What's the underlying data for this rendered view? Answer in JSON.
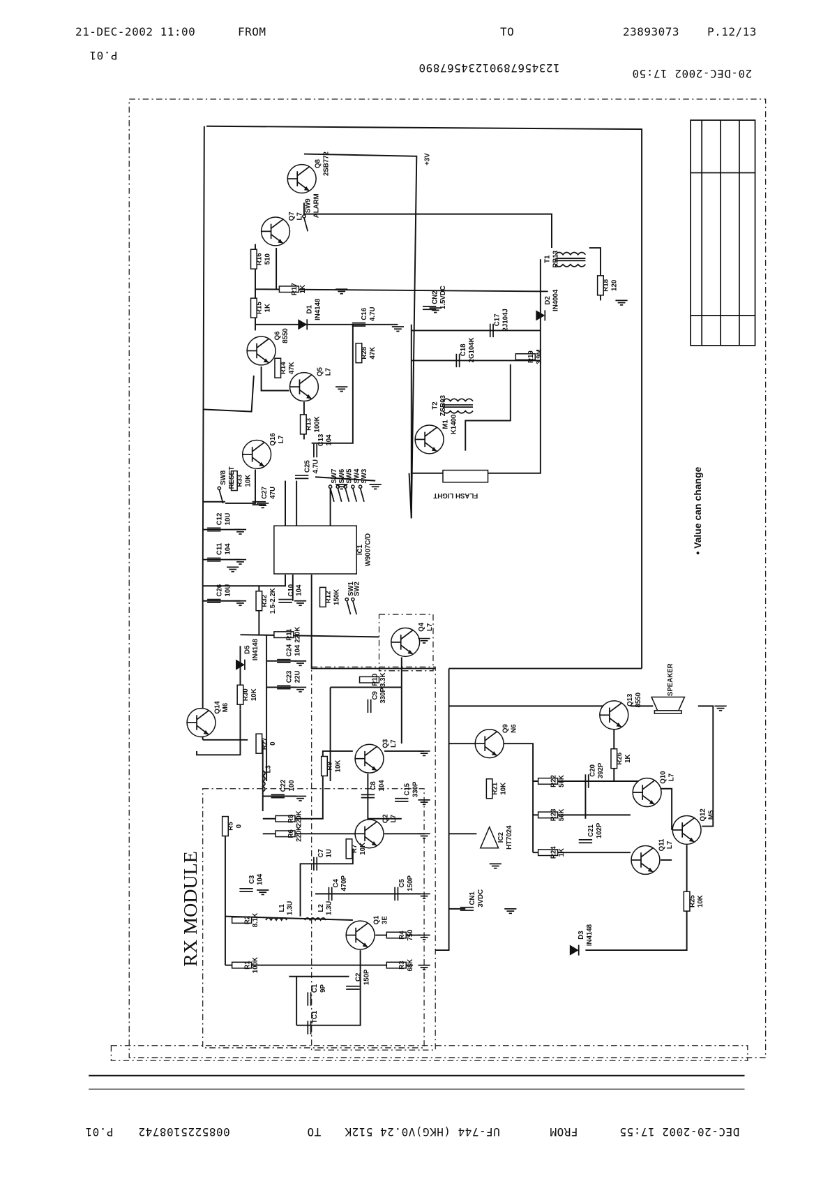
{
  "fax_header": {
    "date_time": "21-DEC-2002  11:00",
    "from_label": "FROM",
    "to_label": "TO",
    "number": "23893073",
    "page": "P.12/13"
  },
  "inverted_header": {
    "page": "P.01",
    "digits": "12345678901234567890",
    "date_time": "20-DEC-2002  17:50"
  },
  "inverted_footer": {
    "date_time": "DEC-20-2002  17:55",
    "from_label": "FROM",
    "sender": "UF-744  (HKG)V0.24 512K",
    "to_label": "TO",
    "number": "0085225108742",
    "page": "P.01"
  },
  "schematic": {
    "module_title": "RX  MODULE",
    "note": "• Value can change",
    "supply_label": "+3V",
    "flash_label": "FLASH LIGHT",
    "speaker_label": "SPEAKER",
    "components": [
      {
        "ref": "Q8",
        "value": "2SB772"
      },
      {
        "ref": "Q7",
        "value": "L7"
      },
      {
        "ref": "SW9",
        "value": "ALARM"
      },
      {
        "ref": "R16",
        "value": "510"
      },
      {
        "ref": "R17",
        "value": "1K"
      },
      {
        "ref": "R15",
        "value": "1K"
      },
      {
        "ref": "D1",
        "value": "IN4148"
      },
      {
        "ref": "C16",
        "value": "4.7U"
      },
      {
        "ref": "Q6",
        "value": "8550"
      },
      {
        "ref": "R14",
        "value": "47K"
      },
      {
        "ref": "Q5",
        "value": "L7"
      },
      {
        "ref": "R28",
        "value": "47K"
      },
      {
        "ref": "R13",
        "value": "100K"
      },
      {
        "ref": "Q16",
        "value": "L7"
      },
      {
        "ref": "R33",
        "value": "10K"
      },
      {
        "ref": "SW8",
        "value": "RESET"
      },
      {
        "ref": "C27",
        "value": "47U"
      },
      {
        "ref": "C25",
        "value": "4.7U"
      },
      {
        "ref": "C13",
        "value": "104"
      },
      {
        "ref": "SW7",
        "value": ""
      },
      {
        "ref": "SW6",
        "value": ""
      },
      {
        "ref": "SW5",
        "value": ""
      },
      {
        "ref": "SW4",
        "value": ""
      },
      {
        "ref": "SW3",
        "value": ""
      },
      {
        "ref": "IC1",
        "value": "W9007C/D"
      },
      {
        "ref": "C12",
        "value": "10U"
      },
      {
        "ref": "C11",
        "value": "104"
      },
      {
        "ref": "C26",
        "value": "10U"
      },
      {
        "ref": "R32",
        "value": "1.5-2.2K"
      },
      {
        "ref": "C10",
        "value": "104"
      },
      {
        "ref": "R11",
        "value": "220K"
      },
      {
        "ref": "R12",
        "value": "150K"
      },
      {
        "ref": "SW1",
        "value": ""
      },
      {
        "ref": "SW2",
        "value": ""
      },
      {
        "ref": "Q4",
        "value": "L7"
      },
      {
        "ref": "D5",
        "value": "IN4148"
      },
      {
        "ref": "C24",
        "value": "104"
      },
      {
        "ref": "C23",
        "value": "22U"
      },
      {
        "ref": "R30",
        "value": "10K"
      },
      {
        "ref": "R10",
        "value": "3.3K"
      },
      {
        "ref": "C9",
        "value": "330P"
      },
      {
        "ref": "Q14",
        "value": "M6"
      },
      {
        "ref": "R27",
        "value": "0"
      },
      {
        "ref": "Q3",
        "value": "L7"
      },
      {
        "ref": "R9",
        "value": "10K"
      },
      {
        "ref": "L3",
        "value": ""
      },
      {
        "ref": "C22",
        "value": "100"
      },
      {
        "ref": "C8",
        "value": "104"
      },
      {
        "ref": "C15",
        "value": "330P"
      },
      {
        "ref": "R5",
        "value": "0"
      },
      {
        "ref": "R8",
        "value": "220K"
      },
      {
        "ref": "R6",
        "value": "220K"
      },
      {
        "ref": "Q2",
        "value": "L7"
      },
      {
        "ref": "R7",
        "value": "10K"
      },
      {
        "ref": "C7",
        "value": "1U"
      },
      {
        "ref": "C3",
        "value": "104"
      },
      {
        "ref": "C4",
        "value": "470P"
      },
      {
        "ref": "C5",
        "value": "150P"
      },
      {
        "ref": "R2",
        "value": "8.1K"
      },
      {
        "ref": "L1",
        "value": "1.3U"
      },
      {
        "ref": "L2",
        "value": "1.3U"
      },
      {
        "ref": "Q1",
        "value": "3E"
      },
      {
        "ref": "R4",
        "value": "750"
      },
      {
        "ref": "R1",
        "value": "100K"
      },
      {
        "ref": "R3",
        "value": "68K"
      },
      {
        "ref": "C2",
        "value": "150P"
      },
      {
        "ref": "C1",
        "value": "9P"
      },
      {
        "ref": "TC1",
        "value": ""
      },
      {
        "ref": "CN2",
        "value": "1.5VDC"
      },
      {
        "ref": "C18",
        "value": "2G104K"
      },
      {
        "ref": "C17",
        "value": "2J104J"
      },
      {
        "ref": "R19",
        "value": "3.9M"
      },
      {
        "ref": "D2",
        "value": "IN4004"
      },
      {
        "ref": "T1",
        "value": "RB13"
      },
      {
        "ref": "R18",
        "value": "120"
      },
      {
        "ref": "M1",
        "value": "K1400"
      },
      {
        "ref": "T2",
        "value": "ZSB03"
      },
      {
        "ref": "Q9",
        "value": "N6"
      },
      {
        "ref": "R21",
        "value": "10K"
      },
      {
        "ref": "IC2",
        "value": "HT7024"
      },
      {
        "ref": "CN1",
        "value": "3VDC"
      },
      {
        "ref": "R22",
        "value": "56K"
      },
      {
        "ref": "R23",
        "value": "56K"
      },
      {
        "ref": "R24",
        "value": "1K"
      },
      {
        "ref": "C20",
        "value": "392P"
      },
      {
        "ref": "C21",
        "value": "102P"
      },
      {
        "ref": "Q10",
        "value": "L7"
      },
      {
        "ref": "Q11",
        "value": "L7"
      },
      {
        "ref": "Q12",
        "value": "M5"
      },
      {
        "ref": "Q13",
        "value": "8550"
      },
      {
        "ref": "R26",
        "value": "1K"
      },
      {
        "ref": "R25",
        "value": "10K"
      },
      {
        "ref": "D3",
        "value": "IN4148"
      }
    ]
  }
}
